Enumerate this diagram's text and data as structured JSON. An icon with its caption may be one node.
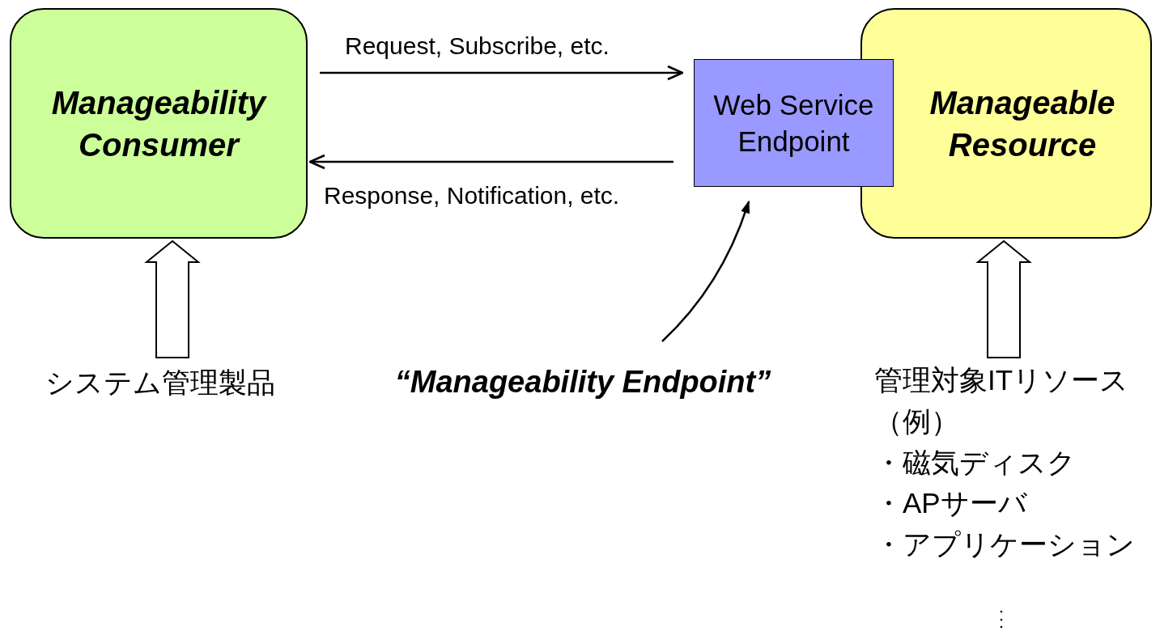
{
  "diagram": {
    "nodes": [
      {
        "text": [
          "Manageability Consumer"
        ]
      },
      {
        "text": [
          "Manageable Resource"
        ]
      },
      {
        "text": [
          "Web Service Endpoint"
        ]
      },
      {
        "text": [
          "“Manageability Endpoint”"
        ]
      },
      {
        "text": [
          "システム管理製品"
        ]
      },
      {
        "text": [
          "管理対象ITリソース",
          "（例）",
          "・磁気ディスク",
          "・APサーバ",
          "・アプリケーション"
        ]
      }
    ],
    "edges": [
      {
        "from": 0,
        "to": 2,
        "arrow": "to",
        "label": "Request, Subscribe, etc."
      },
      {
        "from": 2,
        "to": 0,
        "arrow": "to",
        "label": "Response, Notification, etc."
      },
      {
        "from": 3,
        "to": 2,
        "arrow": "to"
      },
      {
        "from": 4,
        "to": 0,
        "arrow": "to",
        "style": "thick"
      },
      {
        "from": 5,
        "to": 1,
        "arrow": "to",
        "style": "thick"
      }
    ]
  }
}
